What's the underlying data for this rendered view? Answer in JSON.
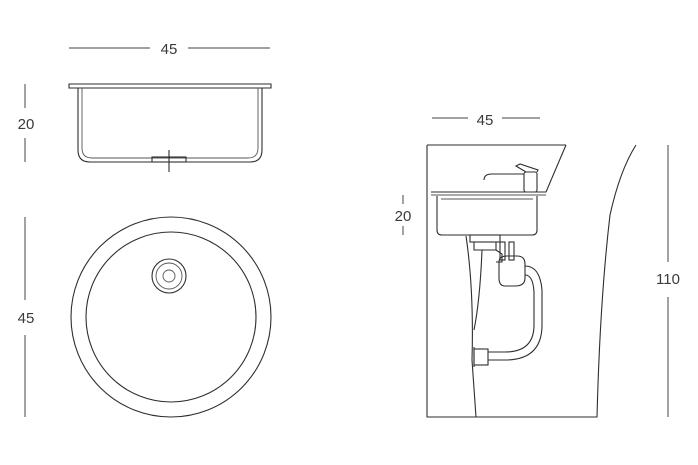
{
  "dimensions": {
    "top_width": "45",
    "side_height": "20",
    "plan_height": "45",
    "elevation_width": "45",
    "elevation_basin_height": "20",
    "overall_height": "110"
  },
  "colors": {
    "line": "#2e2e2e",
    "text": "#3a3a3a",
    "background": "#ffffff"
  }
}
